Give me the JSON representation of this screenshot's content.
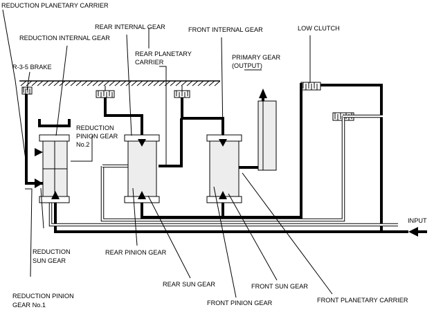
{
  "labels": {
    "reduction_planetary_carrier": "REDUCTION PLANETARY CARRIER",
    "reduction_internal_gear": "REDUCTION INTERNAL GEAR",
    "rear_internal_gear": "REAR INTERNAL GEAR",
    "front_internal_gear": "FRONT INTERNAL GEAR",
    "low_clutch": "LOW CLUTCH",
    "r35_brake": "R-3-5 BRAKE",
    "rear_planetary_carrier_1": "REAR PLANETARY",
    "rear_planetary_carrier_2": "CARRIER",
    "primary_gear_1": "PRIMARY GEAR",
    "primary_gear_2": "(OUTPUT)",
    "reduction_pinion_gear_no2_1": "REDUCTION",
    "reduction_pinion_gear_no2_2": "PINION GEAR",
    "reduction_pinion_gear_no2_3": "No.2",
    "input": "INPUT",
    "reduction_sun_gear_1": "REDUCTION",
    "reduction_sun_gear_2": "SUN GEAR",
    "rear_pinion_gear": "REAR PINION GEAR",
    "rear_sun_gear": "REAR SUN GEAR",
    "front_sun_gear": "FRONT SUN GEAR",
    "reduction_pinion_gear_no1_1": "REDUCTION PINION",
    "reduction_pinion_gear_no1_2": "GEAR No.1",
    "front_pinion_gear": "FRONT PINION GEAR",
    "front_planetary_carrier": "FRONT PLANETARY CARRIER"
  }
}
